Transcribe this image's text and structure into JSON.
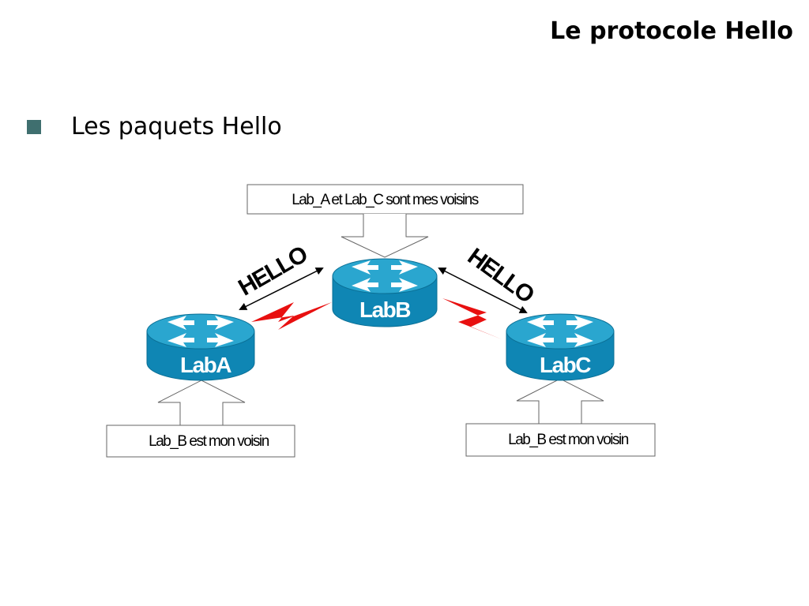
{
  "slide": {
    "title": "Le protocole Hello",
    "bullet": "Les paquets Hello"
  },
  "diagram": {
    "routers": {
      "a": "LabA",
      "b": "LabB",
      "c": "LabC"
    },
    "callouts": {
      "top": "Lab_A et Lab_C sont mes voisins",
      "left": "Lab_B est mon voisin",
      "right": "Lab_B est mon voisin"
    },
    "hello_left": "HELLO",
    "hello_right": "HELLO"
  },
  "colors": {
    "router_top": "#2aa6cf",
    "router_side": "#0f86b4",
    "link_red": "#e81010",
    "bullet": "#3f6f6f"
  }
}
